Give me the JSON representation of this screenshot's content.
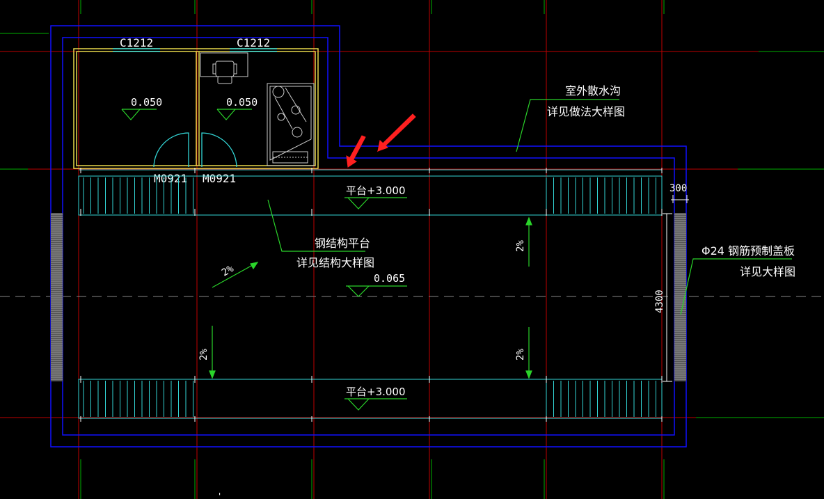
{
  "colors": {
    "background": "#000000",
    "grid_red": "#c00000",
    "grid_green": "#00b000",
    "outline_blue": "#1010ff",
    "room_yellow": "#e8d84a",
    "cyan": "#33d6d6",
    "green": "#2ad42a",
    "white": "#ffffff",
    "arrow_red": "#ff2020",
    "grate_gray": "#9a9a9a"
  },
  "windows": {
    "left": "C1212",
    "right": "C1212"
  },
  "doors": {
    "left": "M0921",
    "right": "M0921"
  },
  "rooms": {
    "left_elevation": "0.050",
    "right_elevation": "0.050"
  },
  "platform": {
    "top_label": "平台+3.000",
    "bottom_label": "平台+3.000"
  },
  "steel_platform": {
    "line1": "钢结构平台",
    "line2": "详见结构大样图"
  },
  "drain_ditch": {
    "line1": "室外散水沟",
    "line2": "详见做法大样图"
  },
  "cover_plate": {
    "line1": "Φ24 钢筋预制盖板",
    "line2": "详见大样图"
  },
  "floor_elevation": "0.065",
  "slopes": {
    "diagonal": "2%",
    "right_upper": "2%",
    "left_lower": "2%",
    "right_lower": "2%"
  },
  "dimensions": {
    "width": "300",
    "height": "4300"
  },
  "icons": {
    "chair": "chair-icon",
    "bed": "bed-icon",
    "pointer_arrows": "red-arrow-icon"
  }
}
